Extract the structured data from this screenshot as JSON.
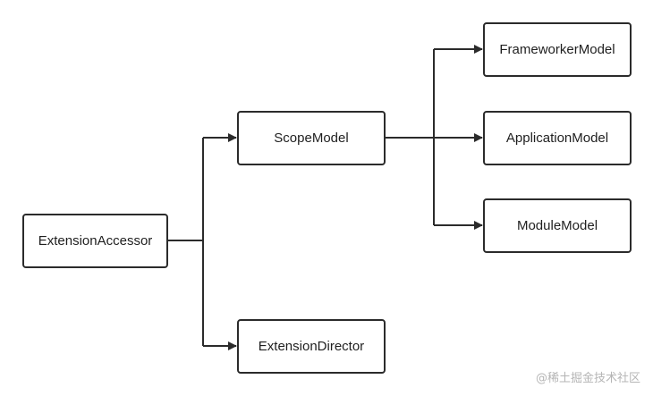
{
  "diagram": {
    "type": "tree",
    "nodes": [
      {
        "id": "extension-accessor",
        "label": "ExtensionAccessor"
      },
      {
        "id": "scope-model",
        "label": "ScopeModel"
      },
      {
        "id": "extension-director",
        "label": "ExtensionDirector"
      },
      {
        "id": "frameworker-model",
        "label": "FrameworkerModel"
      },
      {
        "id": "application-model",
        "label": "ApplicationModel"
      },
      {
        "id": "module-model",
        "label": "ModuleModel"
      }
    ],
    "edges": [
      {
        "from": "extension-accessor",
        "to": "scope-model"
      },
      {
        "from": "extension-accessor",
        "to": "extension-director"
      },
      {
        "from": "scope-model",
        "to": "frameworker-model"
      },
      {
        "from": "scope-model",
        "to": "application-model"
      },
      {
        "from": "scope-model",
        "to": "module-model"
      }
    ],
    "colors": {
      "stroke": "#2b2b2b",
      "background": "#ffffff",
      "watermark": "#b5b5b5"
    }
  },
  "watermark": {
    "text": "@稀土掘金技术社区"
  }
}
